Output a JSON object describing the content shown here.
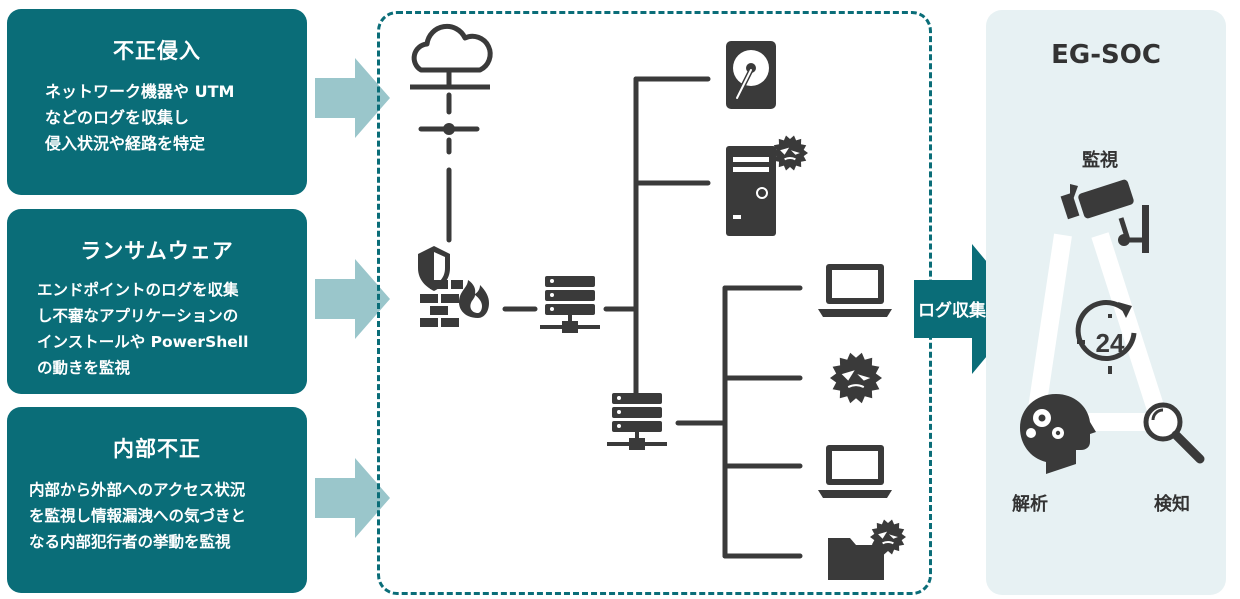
{
  "cards": [
    {
      "title": "不正侵入",
      "lines": [
        "ネットワーク機器や UTM",
        "などのログを収集し",
        "侵入状況や経路を特定"
      ]
    },
    {
      "title": "ランサムウェア",
      "lines": [
        "エンドポイントのログを収集",
        "し不審なアプリケーションの",
        "インストールや PowerShell",
        "の動きを監視"
      ]
    },
    {
      "title": "内部不正",
      "lines": [
        "内部から外部へのアクセス状況",
        "を監視し情報漏洩への気づきと",
        "なる内部犯行者の挙動を監視"
      ]
    }
  ],
  "flow_label": "ログ収集",
  "soc": {
    "title": "EG-SOC",
    "monitor": "監視",
    "analyze": "解析",
    "detect": "検知",
    "clock_number": "24"
  },
  "colors": {
    "teal": "#0a6d78",
    "light_arrow": "#9ac6cb",
    "icon": "#3a3a3a",
    "soc_bg": "#e7f1f3"
  },
  "icons": [
    "cloud-icon",
    "firewall-icon",
    "server-icon",
    "hdd-icon",
    "tower-pc-icon",
    "virus-icon",
    "laptop-icon",
    "folder-icon",
    "camera-icon",
    "head-gears-icon",
    "magnifier-icon",
    "clock-24-icon"
  ]
}
